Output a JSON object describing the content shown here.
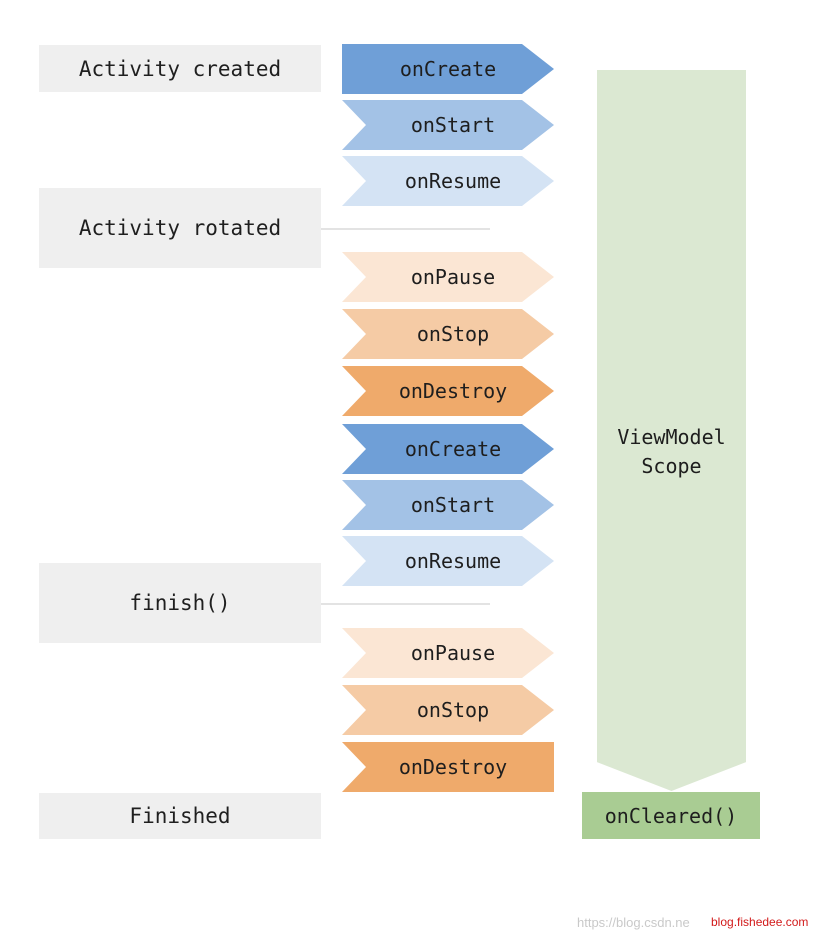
{
  "states": [
    {
      "id": "activity-created",
      "label": "Activity created"
    },
    {
      "id": "activity-rotated",
      "label": "Activity rotated"
    },
    {
      "id": "finish",
      "label": "finish()"
    },
    {
      "id": "finished",
      "label": "Finished"
    }
  ],
  "lifecycle": [
    {
      "label": "onCreate",
      "color": "#6f9fd7"
    },
    {
      "label": "onStart",
      "color": "#a3c2e6"
    },
    {
      "label": "onResume",
      "color": "#d4e3f4"
    },
    {
      "label": "onPause",
      "color": "#fbe6d4"
    },
    {
      "label": "onStop",
      "color": "#f5cba5"
    },
    {
      "label": "onDestroy",
      "color": "#efaa6b"
    },
    {
      "label": "onCreate",
      "color": "#6f9fd7"
    },
    {
      "label": "onStart",
      "color": "#a3c2e6"
    },
    {
      "label": "onResume",
      "color": "#d4e3f4"
    },
    {
      "label": "onPause",
      "color": "#fbe6d4"
    },
    {
      "label": "onStop",
      "color": "#f5cba5"
    },
    {
      "label": "onDestroy",
      "color": "#efaa6b"
    }
  ],
  "scope": {
    "line1": "ViewModel",
    "line2": "Scope",
    "color": "#dbe8d2"
  },
  "cleared": {
    "label": "onCleared()",
    "color": "#a9cc93"
  },
  "watermark": {
    "text": "https://blog.csdn.ne",
    "overlay": "blog.fishedee.com"
  }
}
